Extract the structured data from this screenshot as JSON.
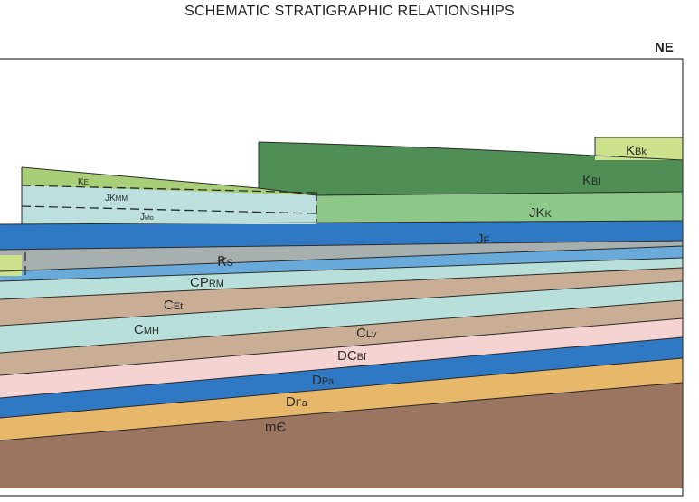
{
  "title": "SCHEMATIC STRATIGRAPHIC RELATIONSHIPS",
  "direction": "NE",
  "colors": {
    "frame": "#3a3a3a",
    "contact": "#2a2a2a",
    "pCm": "#9b7560",
    "Dfa": "#e7b76a",
    "Dpa": "#2f79c4",
    "DCbf": "#f6d3d3",
    "CLv_CMH": "#b9dfda",
    "CEt": "#c9ae95",
    "CPrm": "#6aaadb",
    "Trs": "#a7b0ae",
    "Jf": "#2f79c4",
    "JKk": "#8dc889",
    "Kbl": "#4f8f56",
    "Kbk": "#cde08c",
    "Ke": "#a8cf77",
    "Jkmm": "#bde0df"
  },
  "units": [
    {
      "id": "pCm",
      "main": "m",
      "sub": "Є"
    },
    {
      "id": "Dfa",
      "main": "D",
      "sub": "Fa"
    },
    {
      "id": "Dpa",
      "main": "D",
      "sub": "Pa"
    },
    {
      "id": "DCbf",
      "main": "DC",
      "sub": "Bf"
    },
    {
      "id": "CLv",
      "main": "C",
      "sub": "Lv"
    },
    {
      "id": "CMH",
      "main": "C",
      "sub": "MH"
    },
    {
      "id": "CEt",
      "main": "C",
      "sub": "Et"
    },
    {
      "id": "CPrm",
      "main": "CP",
      "sub": "RM"
    },
    {
      "id": "Trs",
      "main": "Ꞧ",
      "sub": "S"
    },
    {
      "id": "Jf",
      "main": "J",
      "sub": "F"
    },
    {
      "id": "JKk",
      "main": "JK",
      "sub": "K"
    },
    {
      "id": "Kbl",
      "main": "K",
      "sub": "Bl"
    },
    {
      "id": "Kbk",
      "main": "K",
      "sub": "Bk"
    },
    {
      "id": "Ke",
      "main": "K",
      "sub": "E"
    },
    {
      "id": "Jkmm",
      "main": "JK",
      "sub": "MM"
    },
    {
      "id": "Jmo",
      "main": "J",
      "sub": "Mo"
    }
  ]
}
